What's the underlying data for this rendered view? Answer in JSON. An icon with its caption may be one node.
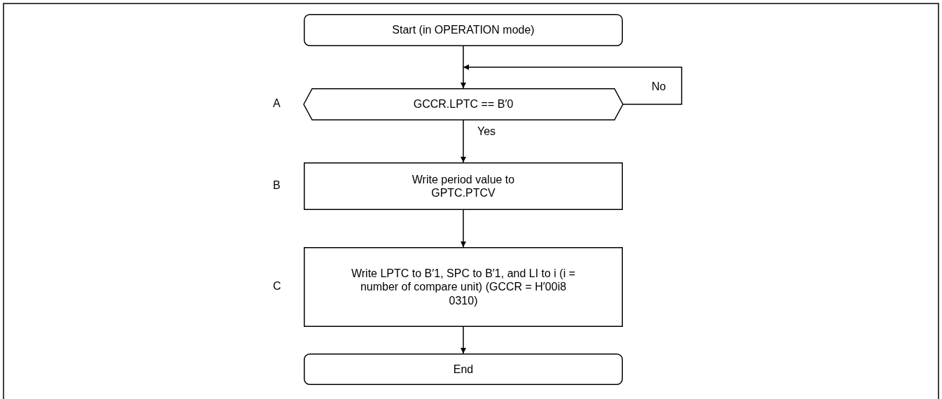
{
  "diagram": {
    "nodes": [
      {
        "text": [
          "Start (in OPERATION mode)"
        ]
      },
      {
        "text": [
          "GCCR.LPTC == B′0"
        ],
        "beside": [
          "A"
        ]
      },
      {
        "text": [
          "Write period value to GPTC.PTCV"
        ],
        "beside": [
          "B"
        ]
      },
      {
        "text": [
          "Write LPTC to B′1, SPC to B′1, and LI to i (i = number of compare unit) (GCCR = H′00i8 0310)"
        ],
        "beside": [
          "C"
        ]
      },
      {
        "text": [
          "End"
        ]
      }
    ],
    "edges": [
      {
        "from": 0,
        "to": 1,
        "arrow": "to"
      },
      {
        "from": 1,
        "to": 1,
        "arrow": "to",
        "label": "No"
      },
      {
        "from": 1,
        "to": 2,
        "arrow": "to",
        "label": "Yes"
      },
      {
        "from": 2,
        "to": 3,
        "arrow": "to"
      },
      {
        "from": 3,
        "to": 4,
        "arrow": "to"
      }
    ]
  }
}
